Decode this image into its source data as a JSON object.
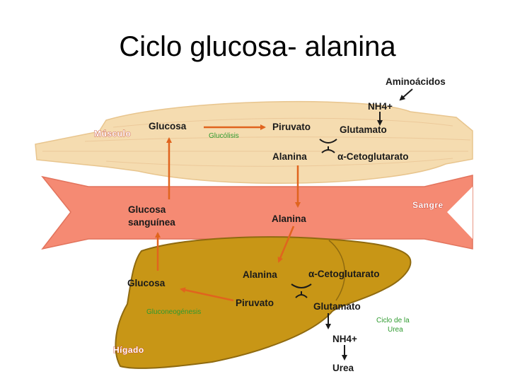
{
  "title": "Ciclo glucosa- alanina",
  "colors": {
    "muscle": "#f5dcb0",
    "blood": "#f58a73",
    "liver": "#c89616",
    "arrow_orange": "#e0641e",
    "arrow_black": "#1a1a1a",
    "green_text": "#2f9a2f"
  },
  "labels": {
    "aminoacidos": "Aminoácidos",
    "nh4_top": "NH4+",
    "musculo": "Músculo",
    "glucosa_muscle": "Glucosa",
    "glucolisis": "Glucólisis",
    "piruvato_muscle": "Piruvato",
    "glutamato_muscle": "Glutamato",
    "alanina_muscle": "Alanina",
    "cetoglutarato_muscle": "α-Cetoglutarato",
    "sangre": "Sangre",
    "glucosa_sanguinea_1": "Glucosa",
    "glucosa_sanguinea_2": "sanguínea",
    "alanina_blood": "Alanina",
    "alanina_liver": "Alanina",
    "cetoglutarato_liver": "α-Cetoglutarato",
    "glucosa_liver": "Glucosa",
    "piruvato_liver": "Piruvato",
    "glutamato_liver": "Glutamato",
    "gluconeogenesis": "Gluconeogénesis",
    "ciclo_urea_1": "Ciclo de la",
    "ciclo_urea_2": "Urea",
    "nh4_bottom": "NH4+",
    "urea": "Urea",
    "higado": "Hígado"
  }
}
